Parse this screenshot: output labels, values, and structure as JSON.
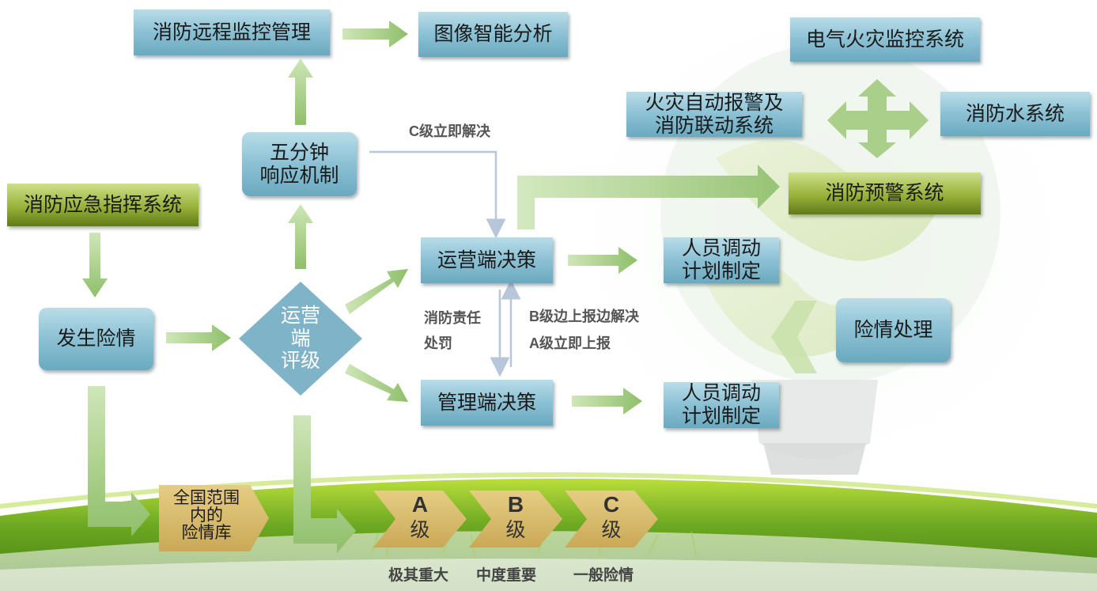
{
  "nodes": {
    "remote_monitoring": "消防远程监控管理",
    "image_analysis": "图像智能分析",
    "electrical_fire": "电气火灾监控系统",
    "auto_alarm_line1": "火灾自动报警及",
    "auto_alarm_line2": "消防联动系统",
    "fire_water": "消防水系统",
    "early_warning": "消防预警系统",
    "five_min_line1": "五分钟",
    "five_min_line2": "响应机制",
    "emergency_command": "消防应急指挥系统",
    "incident": "发生险情",
    "assessment_line1": "运营",
    "assessment_line2": "端",
    "assessment_line3": "评级",
    "ops_decision": "运营端决策",
    "mgmt_decision": "管理端决策",
    "staffing1_line1": "人员调动",
    "staffing1_line2": "计划制定",
    "staffing2_line1": "人员调动",
    "staffing2_line2": "计划制定",
    "handling": "险情处理",
    "library_line1": "全国范围",
    "library_line2": "内的",
    "library_line3": "险情库"
  },
  "labels": {
    "c_level": "C级立即解决",
    "penalty_line1": "消防责任",
    "penalty_line2": "处罚",
    "b_level": "B级边上报边解决",
    "a_level": "A级立即上报"
  },
  "levels": [
    {
      "letter": "A",
      "suffix": "级",
      "desc": "极其重大"
    },
    {
      "letter": "B",
      "suffix": "级",
      "desc": "中度重要"
    },
    {
      "letter": "C",
      "suffix": "级",
      "desc": "一般险情"
    }
  ],
  "colors": {
    "teal_box": "#8fc3d6",
    "olive_box": "#98b23a",
    "green_arrow": "#a9cf8a",
    "chevron": "#d8bc6f",
    "grass": "#5c9a1e"
  }
}
